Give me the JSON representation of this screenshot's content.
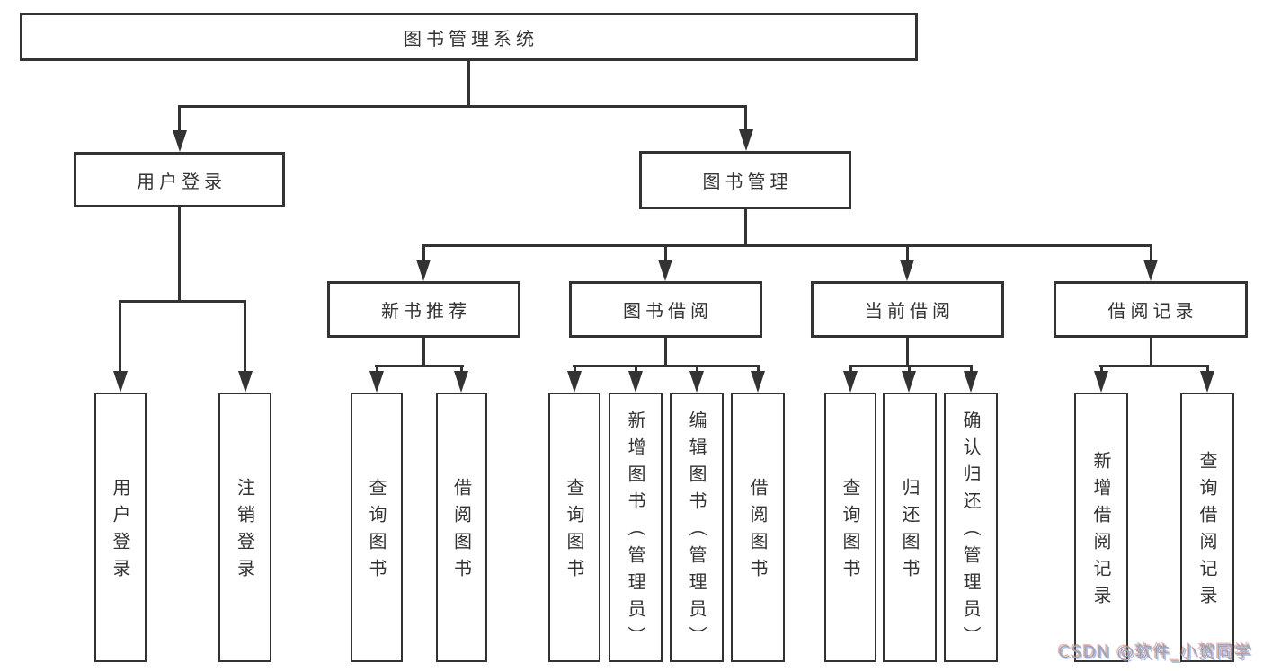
{
  "diagram_title": "图书管理系统",
  "tree": {
    "root": {
      "label": "图书管理系统"
    },
    "branches": [
      {
        "label": "用户登录",
        "children": [
          {
            "label": "用户登录"
          },
          {
            "label": "注销登录"
          }
        ]
      },
      {
        "label": "图书管理",
        "groups": [
          {
            "label": "新书推荐",
            "children": [
              {
                "label": "查询图书"
              },
              {
                "label": "借阅图书"
              }
            ]
          },
          {
            "label": "图书借阅",
            "children": [
              {
                "label": "查询图书"
              },
              {
                "label": "新增图书（管理员）"
              },
              {
                "label": "编辑图书（管理员）"
              },
              {
                "label": "借阅图书"
              }
            ]
          },
          {
            "label": "当前借阅",
            "children": [
              {
                "label": "查询图书"
              },
              {
                "label": "归还图书"
              },
              {
                "label": "确认归还（管理员）"
              }
            ]
          },
          {
            "label": "借阅记录",
            "children": [
              {
                "label": "新增借阅记录"
              },
              {
                "label": "查询借阅记录"
              }
            ]
          }
        ]
      }
    ]
  },
  "watermark": {
    "text": "CSDN @软件_小贺同学"
  },
  "colors": {
    "line": "#333333",
    "text": "#333333",
    "background": "#ffffff",
    "watermark_gray": "#a2a6ae"
  }
}
